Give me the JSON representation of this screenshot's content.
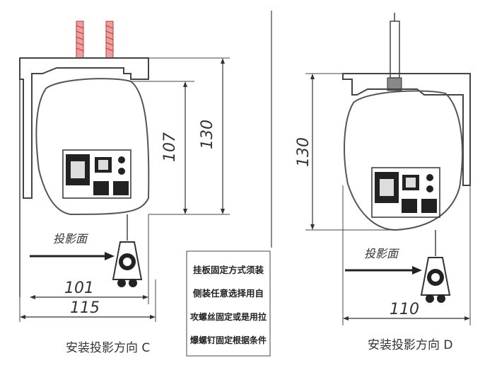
{
  "left_view": {
    "dims": {
      "d130": "130",
      "d107": "107",
      "d101": "101",
      "d115": "115"
    },
    "projection_label": "投影面",
    "caption": "安装投影方向 C"
  },
  "right_view": {
    "dims": {
      "d130": "130",
      "d110": "110"
    },
    "projection_label": "投影面",
    "caption": "安装投影方向 D"
  },
  "note": {
    "lines": [
      "挂板固定方式须装",
      "侧装任意选择用自",
      "攻螺丝固定或是用拉",
      "爆螺钉固定根据条件"
    ]
  }
}
